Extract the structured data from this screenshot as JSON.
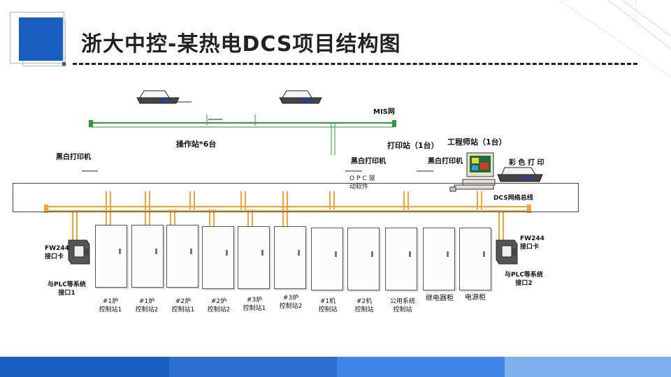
{
  "slide": {
    "title": "浙大中控-某热电DCS项目结构图"
  },
  "diagram": {
    "mis_net_label": "MIS网",
    "operator_stations_label": "操作站*6台",
    "bw_printer_left": "黑白打印机",
    "bw_printer_mid": "黑白打印机",
    "bw_printer_right": "黑白打印机",
    "opc_label_1": "OPC驱",
    "opc_label_2": "动软件",
    "print_station_label": "打印站（1台）",
    "engineer_station_label": "工程师站（1台）",
    "color_printer_label": "彩 色 打 印",
    "dcs_bus_label": "DCS网络总线",
    "fw244_left_1": "FW244",
    "fw244_left_2": "接口卡",
    "plc_left_1": "与PLC等系统",
    "plc_left_2": "接口1",
    "fw244_right_1": "FW244",
    "fw244_right_2": "接口卡",
    "plc_right_1": "与PLC等系统",
    "plc_right_2": "接口2",
    "cabinets": [
      {
        "line1": "#1炉",
        "line2": "控制站1"
      },
      {
        "line1": "#1炉",
        "line2": "控制站2"
      },
      {
        "line1": "#2炉",
        "line2": "控制站1"
      },
      {
        "line1": "#2炉",
        "line2": "控制站2"
      },
      {
        "line1": "#3炉",
        "line2": "控制站1"
      },
      {
        "line1": "#3炉",
        "line2": "控制站2"
      },
      {
        "line1": "#1机",
        "line2": "控制站"
      },
      {
        "line1": "#2机",
        "line2": "控制站"
      },
      {
        "line1": "公用系统",
        "line2": "控制站"
      },
      {
        "line1": "继电器柜",
        "line2": ""
      },
      {
        "line1": "电源柜",
        "line2": ""
      }
    ]
  },
  "colors": {
    "accent_blue": "#1b5ec2",
    "bus_orange": "#f2a33a",
    "mis_green": "#2e9b3a",
    "footer_1": "#1b5ec2",
    "footer_2": "#2c6fd0",
    "footer_3": "#3f86e6",
    "footer_4": "#7fb0ee"
  }
}
